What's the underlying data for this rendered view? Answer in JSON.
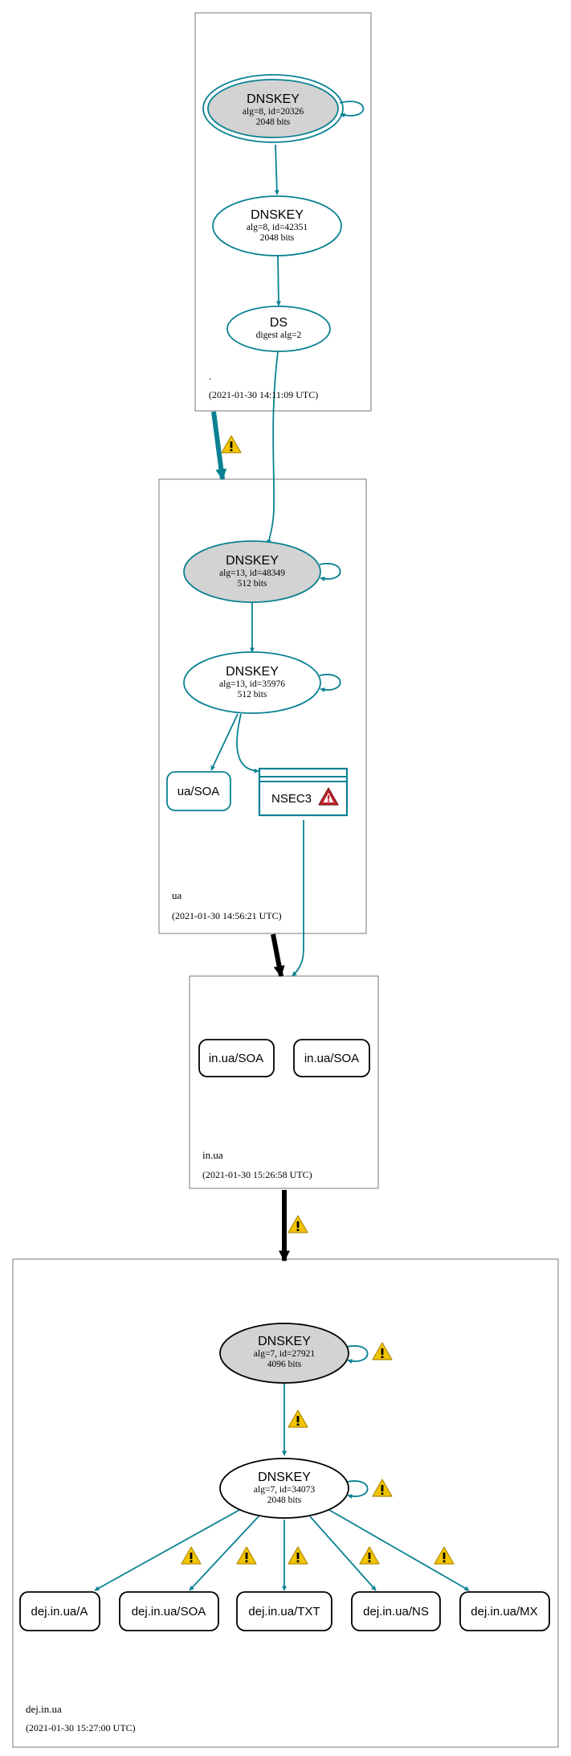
{
  "zones": {
    "root": {
      "name": ".",
      "timestamp": "(2021-01-30 14:11:09 UTC)"
    },
    "ua": {
      "name": "ua",
      "timestamp": "(2021-01-30 14:56:21 UTC)"
    },
    "in_ua": {
      "name": "in.ua",
      "timestamp": "(2021-01-30 15:26:58 UTC)"
    },
    "dej_in_ua": {
      "name": "dej.in.ua",
      "timestamp": "(2021-01-30 15:27:00 UTC)"
    }
  },
  "nodes": {
    "root_ksk": {
      "title": "DNSKEY",
      "line1": "alg=8, id=20326",
      "line2": "2048 bits"
    },
    "root_zsk": {
      "title": "DNSKEY",
      "line1": "alg=8, id=42351",
      "line2": "2048 bits"
    },
    "root_ds": {
      "title": "DS",
      "line1": "digest alg=2"
    },
    "ua_ksk": {
      "title": "DNSKEY",
      "line1": "alg=13, id=48349",
      "line2": "512 bits"
    },
    "ua_zsk": {
      "title": "DNSKEY",
      "line1": "alg=13, id=35976",
      "line2": "512 bits"
    },
    "ua_soa": {
      "label": "ua/SOA"
    },
    "ua_nsec3": {
      "label": "NSEC3"
    },
    "in_ua_soa_1": {
      "label": "in.ua/SOA"
    },
    "in_ua_soa_2": {
      "label": "in.ua/SOA"
    },
    "dej_ksk": {
      "title": "DNSKEY",
      "line1": "alg=7, id=27921",
      "line2": "4096 bits"
    },
    "dej_zsk": {
      "title": "DNSKEY",
      "line1": "alg=7, id=34073",
      "line2": "2048 bits"
    },
    "dej_a": {
      "label": "dej.in.ua/A"
    },
    "dej_soa": {
      "label": "dej.in.ua/SOA"
    },
    "dej_txt": {
      "label": "dej.in.ua/TXT"
    },
    "dej_ns": {
      "label": "dej.in.ua/NS"
    },
    "dej_mx": {
      "label": "dej.in.ua/MX"
    }
  },
  "colors": {
    "teal": "#0a8193",
    "secure_fill": "#d3d3d3",
    "border_gray": "#777777",
    "black": "#000000",
    "warning_yellow": "#f2c400",
    "error_red": "#c0262c"
  },
  "icons": {
    "warning": "warning-icon",
    "error": "error-icon"
  }
}
